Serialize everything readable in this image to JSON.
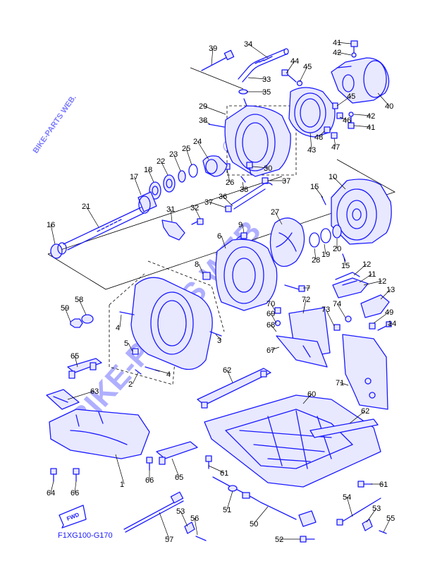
{
  "diagram": {
    "code": "F1XG100-G170",
    "fwd_label": "FWD",
    "watermark_small": "BIKE-PARTS WEB.",
    "watermark_big": "BIKE-PARTS WEB",
    "copyright_mark": "©",
    "colors": {
      "line": "#1a1aff",
      "watermark": "#6f6fff",
      "text": "#000000"
    },
    "callouts": [
      {
        "id": "39",
        "label": "39"
      },
      {
        "id": "34",
        "label": "34"
      },
      {
        "id": "33",
        "label": "33"
      },
      {
        "id": "35",
        "label": "35"
      },
      {
        "id": "44",
        "label": "44"
      },
      {
        "id": "45a",
        "label": "45"
      },
      {
        "id": "41a",
        "label": "41"
      },
      {
        "id": "42a",
        "label": "42"
      },
      {
        "id": "40",
        "label": "40"
      },
      {
        "id": "29",
        "label": "29"
      },
      {
        "id": "38a",
        "label": "38"
      },
      {
        "id": "45b",
        "label": "45"
      },
      {
        "id": "46",
        "label": "46"
      },
      {
        "id": "42b",
        "label": "42"
      },
      {
        "id": "41b",
        "label": "41"
      },
      {
        "id": "48",
        "label": "48"
      },
      {
        "id": "43",
        "label": "43"
      },
      {
        "id": "47",
        "label": "47"
      },
      {
        "id": "24",
        "label": "24"
      },
      {
        "id": "25",
        "label": "25"
      },
      {
        "id": "23",
        "label": "23"
      },
      {
        "id": "22",
        "label": "22"
      },
      {
        "id": "18",
        "label": "18"
      },
      {
        "id": "17",
        "label": "17"
      },
      {
        "id": "26",
        "label": "26"
      },
      {
        "id": "38b",
        "label": "38"
      },
      {
        "id": "30",
        "label": "30"
      },
      {
        "id": "37a",
        "label": "37"
      },
      {
        "id": "10",
        "label": "10"
      },
      {
        "id": "15a",
        "label": "15"
      },
      {
        "id": "21",
        "label": "21"
      },
      {
        "id": "31",
        "label": "31"
      },
      {
        "id": "32",
        "label": "32"
      },
      {
        "id": "37b",
        "label": "37"
      },
      {
        "id": "36",
        "label": "36"
      },
      {
        "id": "27",
        "label": "27"
      },
      {
        "id": "16",
        "label": "16"
      },
      {
        "id": "9",
        "label": "9"
      },
      {
        "id": "6",
        "label": "6"
      },
      {
        "id": "28",
        "label": "28"
      },
      {
        "id": "19",
        "label": "19"
      },
      {
        "id": "20",
        "label": "20"
      },
      {
        "id": "15b",
        "label": "15"
      },
      {
        "id": "8",
        "label": "8"
      },
      {
        "id": "12a",
        "label": "12"
      },
      {
        "id": "11",
        "label": "11"
      },
      {
        "id": "12b",
        "label": "12"
      },
      {
        "id": "13",
        "label": "13"
      },
      {
        "id": "7",
        "label": "7"
      },
      {
        "id": "58",
        "label": "58"
      },
      {
        "id": "59",
        "label": "59"
      },
      {
        "id": "72",
        "label": "72"
      },
      {
        "id": "74",
        "label": "74"
      },
      {
        "id": "73",
        "label": "73"
      },
      {
        "id": "49",
        "label": "49"
      },
      {
        "id": "14",
        "label": "14"
      },
      {
        "id": "70",
        "label": "70"
      },
      {
        "id": "69",
        "label": "69"
      },
      {
        "id": "4a",
        "label": "4"
      },
      {
        "id": "3",
        "label": "3"
      },
      {
        "id": "68",
        "label": "68"
      },
      {
        "id": "67",
        "label": "67"
      },
      {
        "id": "5",
        "label": "5"
      },
      {
        "id": "65a",
        "label": "65"
      },
      {
        "id": "4b",
        "label": "4"
      },
      {
        "id": "2",
        "label": "2"
      },
      {
        "id": "71",
        "label": "71"
      },
      {
        "id": "62a",
        "label": "62"
      },
      {
        "id": "63",
        "label": "63"
      },
      {
        "id": "60",
        "label": "60"
      },
      {
        "id": "62b",
        "label": "62"
      },
      {
        "id": "61a",
        "label": "61"
      },
      {
        "id": "1",
        "label": "1"
      },
      {
        "id": "66a",
        "label": "66"
      },
      {
        "id": "65b",
        "label": "65"
      },
      {
        "id": "64",
        "label": "64"
      },
      {
        "id": "66b",
        "label": "66"
      },
      {
        "id": "61b",
        "label": "61"
      },
      {
        "id": "51",
        "label": "51"
      },
      {
        "id": "54",
        "label": "54"
      },
      {
        "id": "53a",
        "label": "53"
      },
      {
        "id": "56",
        "label": "56"
      },
      {
        "id": "50",
        "label": "50"
      },
      {
        "id": "53b",
        "label": "53"
      },
      {
        "id": "55",
        "label": "55"
      },
      {
        "id": "57",
        "label": "57"
      },
      {
        "id": "52",
        "label": "52"
      }
    ]
  }
}
